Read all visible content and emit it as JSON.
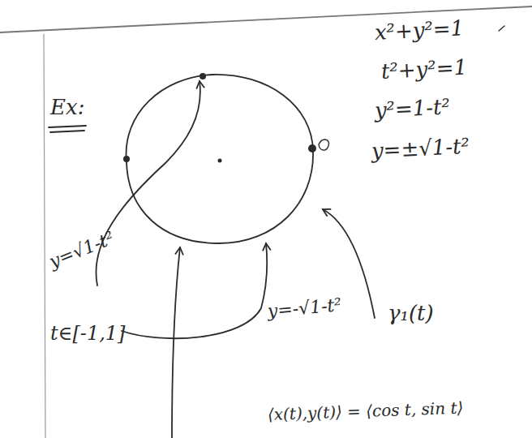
{
  "diagram": {
    "labels": [
      "Ex:",
      "x²+y²=1",
      "t²+y²=1",
      "y²=1-t²",
      "y=±√1-t²",
      "y=√1-t²",
      "t∈[-1,1]",
      "y=-√1-t²",
      "γ₁(t)",
      "⟨x(t),y(t)⟩ = ⟨cos t, sin t⟩"
    ]
  }
}
